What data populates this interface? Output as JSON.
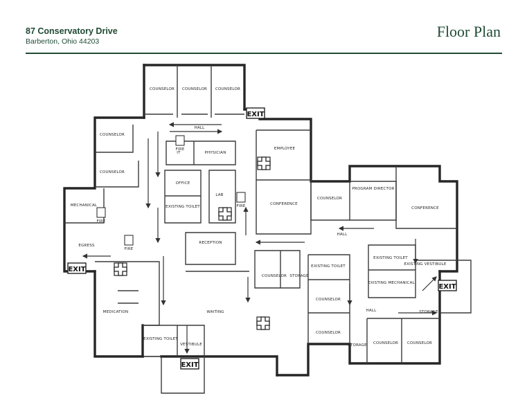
{
  "header": {
    "address": "87 Conservatory Drive",
    "city": "Barberton, Ohio 44203",
    "title": "Floor Plan"
  },
  "exit_label": "EXIT",
  "fire_label": "FIRE",
  "rooms": {
    "counselor_1": "COUNSELOR",
    "counselor_2": "COUNSELOR",
    "counselor_3": "COUNSELOR",
    "counselor_4": "COUNSELOR",
    "counselor_5": "COUNSELOR",
    "hall_top": "HALL",
    "it": "IT",
    "physician": "PHYSICIAN",
    "office": "OFFICE",
    "lab": "LAB",
    "existing_toilet_1": "EXISTING TOILET",
    "employee": "EMPLOYEE",
    "conference_1": "CONFERENCE",
    "counselor_6": "COUNSELOR",
    "program_director": "PROGRAM DIRECTOR",
    "conference_2": "CONFERENCE",
    "mechanical": "MECHANICAL",
    "egress": "EGRESS",
    "reception": "RECEPTION",
    "hall_mid": "HALL",
    "existing_toilet_2": "EXISTING TOILET",
    "existing_toilet_3": "EXISTING TOILET",
    "existing_vestibule": "EXISTING VESTIBULE",
    "existing_mechanical": "EXISTING MECHANICAL",
    "counselor_7": "COUNSELOR",
    "storage_1": "STORAGE",
    "counselor_8": "COUNSELOR",
    "hall_right": "HALL",
    "storage_2": "STORAGE",
    "counselor_9": "COUNSELOR",
    "medication": "MEDICATION",
    "waiting": "WAITING",
    "existing_toilet_4": "EXISTING TOILET",
    "vestibule": "VESTIBULE",
    "storage_3": "STORAGE",
    "counselor_10": "COUNSELOR",
    "counselor_11": "COUNSELOR"
  }
}
